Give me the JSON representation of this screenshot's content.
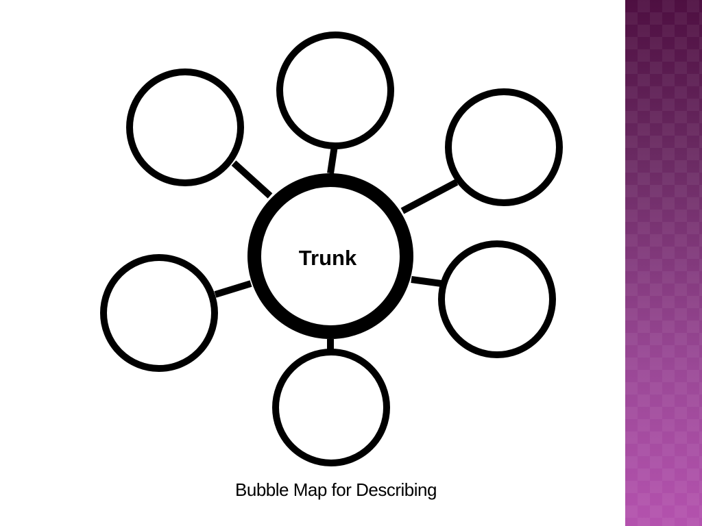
{
  "diagram": {
    "type": "bubble-map",
    "center": {
      "label": "Trunk"
    },
    "bubbles": [
      {
        "id": "top",
        "label": ""
      },
      {
        "id": "upper-right",
        "label": ""
      },
      {
        "id": "right",
        "label": ""
      },
      {
        "id": "bottom",
        "label": ""
      },
      {
        "id": "left",
        "label": ""
      },
      {
        "id": "upper-left",
        "label": ""
      }
    ],
    "caption": "Bubble Map for Describing"
  },
  "colors": {
    "stroke": "#000000",
    "background": "#ffffff",
    "side_panel_top": "#4e0f41",
    "side_panel_bottom": "#b452ae"
  }
}
